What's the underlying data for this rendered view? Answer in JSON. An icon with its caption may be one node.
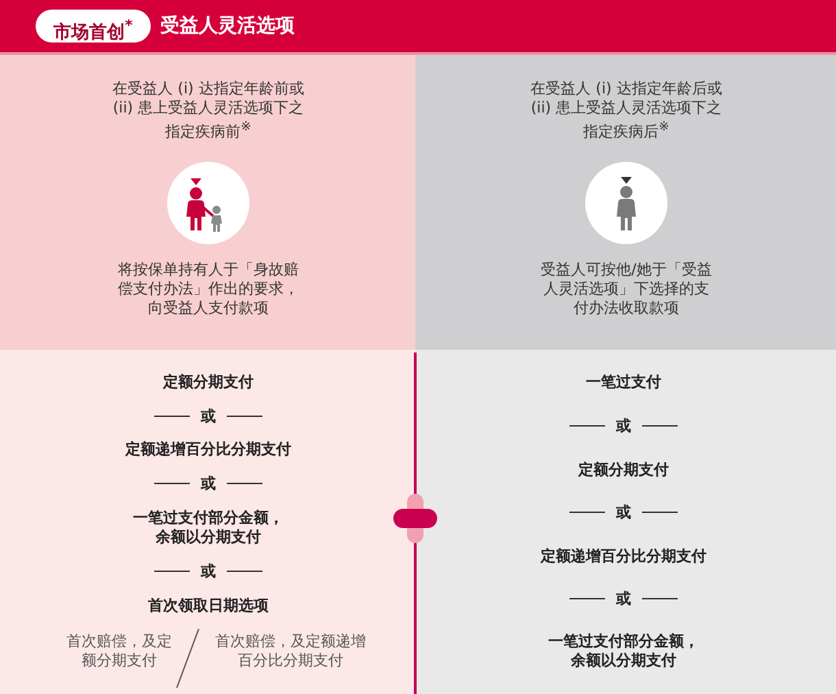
{
  "diagram": {
    "nodes": [
      {
        "text": [
          "受益人灵活选项"
        ]
      },
      {
        "text": [
          "市场首创$^{*}$"
        ],
        "in": 0
      },
      {
        "text": [
          "在受益人 (i) 达指定年龄前或 (ii) 患上受益人灵活选项下之指定疾病前$^{※}$",
          "将按保单持有人于「身故赔偿支付办法」作出的要求，向受益人支付款项"
        ]
      },
      {
        "text": [
          "在受益人 (i) 达指定年龄后或 (ii) 患上受益人灵活选项下之指定疾病后$^{※}$",
          "受益人可按他/她于「受益人灵活选项」下选择的支付办法收取款项"
        ]
      },
      {
        "text": [
          "定额分期支付",
          "或",
          "定额递增百分比分期支付",
          "或",
          "一笔过支付部分金额，余额以分期支付",
          "或",
          "首次领取日期选项",
          "首次赔偿，及定额分期支付",
          "首次赔偿，及定额递增百分比分期支付"
        ]
      },
      {
        "text": [
          "一笔过支付",
          "或",
          "定额分期支付",
          "或",
          "定额递增百分比分期支付",
          "或",
          "一笔过支付部分金额，余额以分期支付"
        ]
      }
    ]
  }
}
